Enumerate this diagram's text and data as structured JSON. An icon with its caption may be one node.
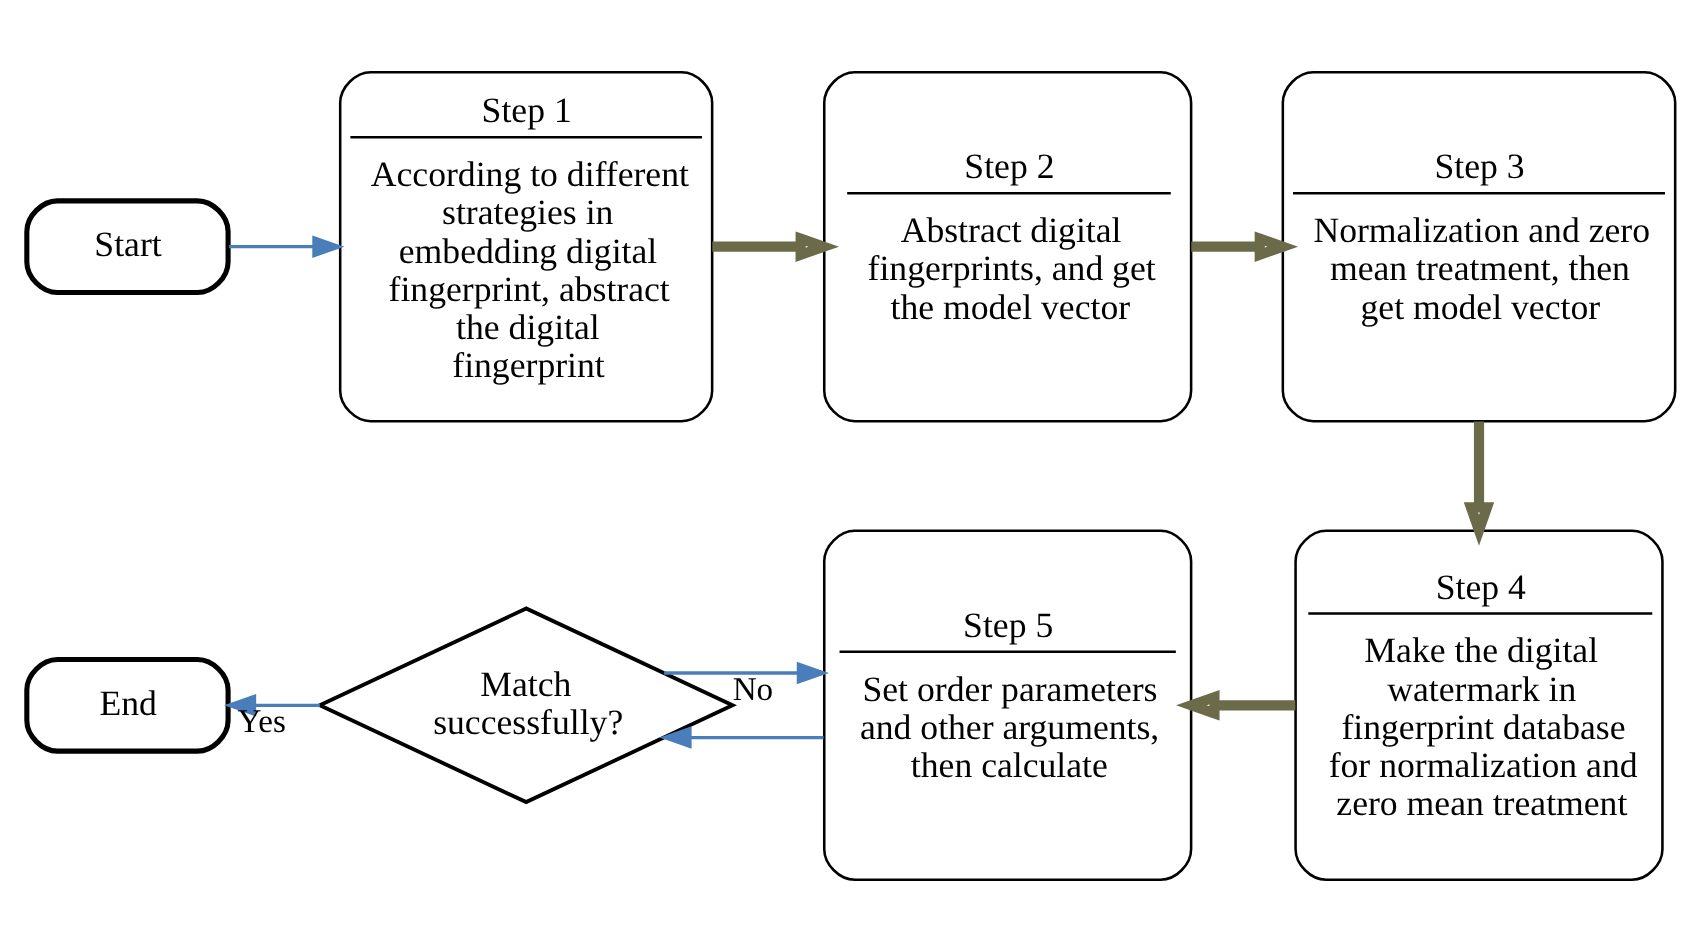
{
  "diagram": {
    "nodes": [
      {
        "text": [
          "Start"
        ]
      },
      {
        "text": [
          "Step 1",
          "According to different strategies in embedding digital fingerprint, abstract the digital fingerprint"
        ]
      },
      {
        "text": [
          "Step 2",
          "Abstract digital fingerprints, and get the model vector"
        ]
      },
      {
        "text": [
          "Step 3",
          "Normalization and zero mean treatment, then get model vector"
        ]
      },
      {
        "text": [
          "Step 4",
          "Make the digital watermark in fingerprint database for normalization and zero mean treatment"
        ]
      },
      {
        "text": [
          "Step 5",
          "Set order parameters and other arguments, then calculate"
        ]
      },
      {
        "text": [
          "Match successfully?"
        ]
      },
      {
        "text": [
          "End"
        ]
      }
    ],
    "edges": [
      {
        "from": 0,
        "to": 1,
        "arrow": "to"
      },
      {
        "from": 1,
        "to": 2,
        "arrow": "to",
        "style": "thick",
        "color": "#6b6b4a"
      },
      {
        "from": 2,
        "to": 3,
        "arrow": "to",
        "style": "thick",
        "color": "#6b6b4a"
      },
      {
        "from": 3,
        "to": 4,
        "arrow": "to",
        "style": "thick",
        "color": "#6b6b4a"
      },
      {
        "from": 4,
        "to": 5,
        "arrow": "to",
        "style": "thick",
        "color": "#6b6b4a"
      },
      {
        "from": 5,
        "to": 6,
        "arrow": "to"
      },
      {
        "from": 6,
        "to": 7,
        "label": "Yes",
        "arrow": "to"
      },
      {
        "from": 6,
        "to": 5,
        "label": "No",
        "arrow": "to"
      }
    ]
  }
}
